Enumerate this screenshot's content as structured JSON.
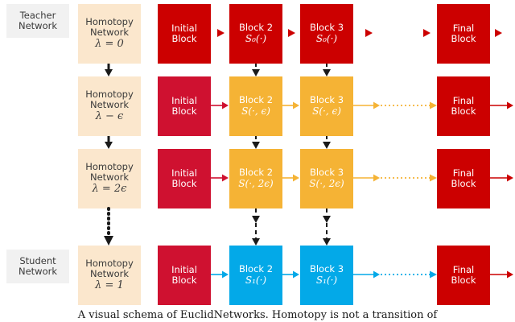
{
  "figure": {
    "caption": "A visual schema of EuclidNetworks. Homotopy is not a transition of"
  },
  "group_labels": [
    {
      "name": "teacher",
      "line1": "Teacher",
      "line2": "Network"
    },
    {
      "name": "student",
      "line1": "Student",
      "line2": "Network"
    }
  ],
  "homotopy_nodes": [
    {
      "line1": "Homotopy",
      "line2": "Network",
      "lambda": "λ = 0"
    },
    {
      "line1": "Homotopy",
      "line2": "Network",
      "lambda": "λ − ϵ"
    },
    {
      "line1": "Homotopy",
      "line2": "Network",
      "lambda": "λ = 2ϵ"
    },
    {
      "line1": "Homotopy",
      "line2": "Network",
      "lambda": "λ = 1"
    }
  ],
  "rows": [
    {
      "id": "row-teacher",
      "color": "#cc0000",
      "initial": {
        "line1": "Initial",
        "line2": "Block"
      },
      "block2": {
        "line1": "Block 2",
        "sub": "S₀(·)"
      },
      "block3": {
        "line1": "Block 3",
        "sub": "S₀(·)"
      },
      "final": {
        "line1": "Final",
        "line2": "Block"
      }
    },
    {
      "id": "row-eps",
      "color": "#f5b335",
      "initial": {
        "line1": "Initial",
        "line2": "Block"
      },
      "block2": {
        "line1": "Block 2",
        "sub": "S(·, ϵ)"
      },
      "block3": {
        "line1": "Block 3",
        "sub": "S(·, ϵ)"
      },
      "final": {
        "line1": "Final",
        "line2": "Block"
      }
    },
    {
      "id": "row-2eps",
      "color": "#f5b335",
      "initial": {
        "line1": "Initial",
        "line2": "Block"
      },
      "block2": {
        "line1": "Block 2",
        "sub": "S(·, 2ϵ)"
      },
      "block3": {
        "line1": "Block 3",
        "sub": "S(·, 2ϵ)"
      },
      "final": {
        "line1": "Final",
        "line2": "Block"
      }
    },
    {
      "id": "row-student",
      "color": "#03a9e8",
      "initial": {
        "line1": "Initial",
        "line2": "Block"
      },
      "block2": {
        "line1": "Block 2",
        "sub": "S₁(·)"
      },
      "block3": {
        "line1": "Block 3",
        "sub": "S₁(·)"
      },
      "final": {
        "line1": "Final",
        "line2": "Block"
      }
    }
  ],
  "colors": {
    "red": "#cc0000",
    "crimson": "#cf1130",
    "orange": "#f5b335",
    "blue": "#03a9e8",
    "homotopy_bg": "#fbe7cd",
    "group_bg": "#f1f1f1",
    "arrow_dark": "#1a1a1a",
    "text_dark": "#3a3a3a"
  }
}
